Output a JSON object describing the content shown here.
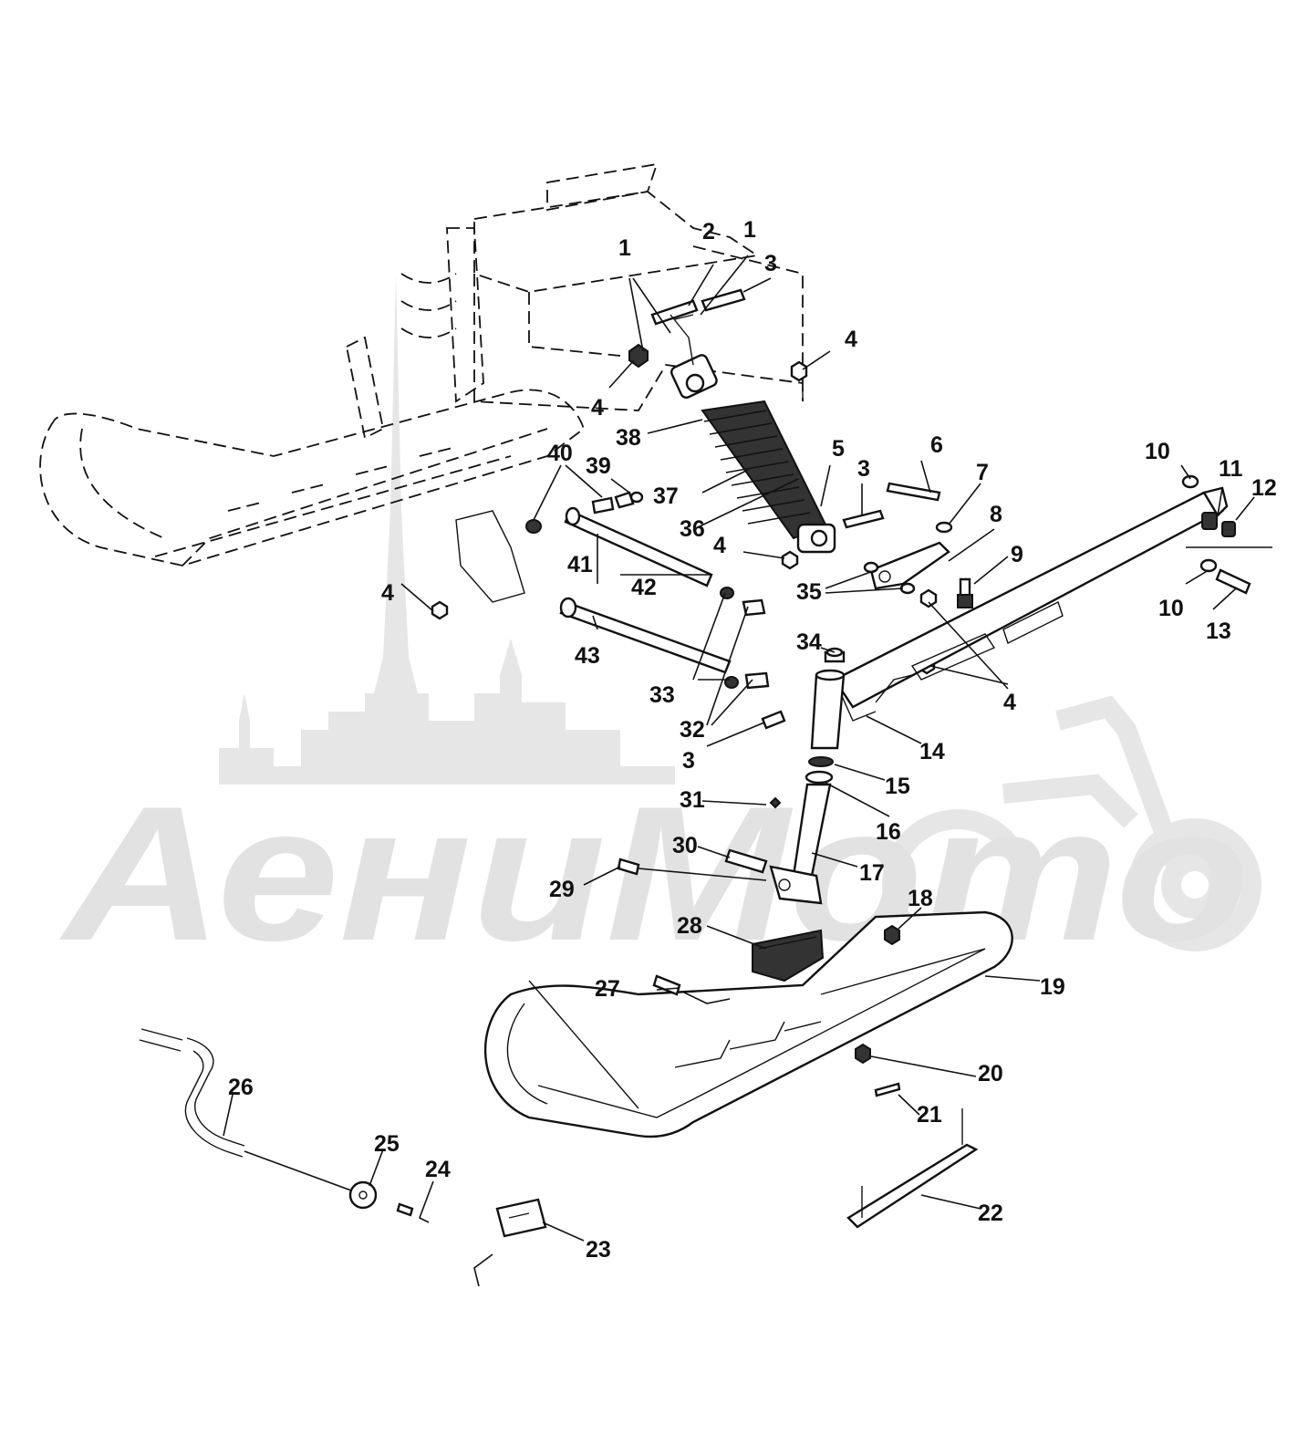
{
  "watermark": {
    "text": "АениМото"
  },
  "callouts": [
    {
      "id": "c1a",
      "label": "1"
    },
    {
      "id": "c1b",
      "label": "1"
    },
    {
      "id": "c2",
      "label": "2"
    },
    {
      "id": "c3a",
      "label": "3"
    },
    {
      "id": "c4a",
      "label": "4"
    },
    {
      "id": "c4b",
      "label": "4"
    },
    {
      "id": "c38",
      "label": "38"
    },
    {
      "id": "c5",
      "label": "5"
    },
    {
      "id": "c6",
      "label": "6"
    },
    {
      "id": "c3b",
      "label": "3"
    },
    {
      "id": "c7",
      "label": "7"
    },
    {
      "id": "c10a",
      "label": "10"
    },
    {
      "id": "c11",
      "label": "11"
    },
    {
      "id": "c12",
      "label": "12"
    },
    {
      "id": "c40",
      "label": "40"
    },
    {
      "id": "c39",
      "label": "39"
    },
    {
      "id": "c37",
      "label": "37"
    },
    {
      "id": "c36",
      "label": "36"
    },
    {
      "id": "c8",
      "label": "8"
    },
    {
      "id": "c4c",
      "label": "4"
    },
    {
      "id": "c9",
      "label": "9"
    },
    {
      "id": "c41",
      "label": "41"
    },
    {
      "id": "c42",
      "label": "42"
    },
    {
      "id": "c35",
      "label": "35"
    },
    {
      "id": "c10b",
      "label": "10"
    },
    {
      "id": "c13",
      "label": "13"
    },
    {
      "id": "c4d",
      "label": "4"
    },
    {
      "id": "c34",
      "label": "34"
    },
    {
      "id": "c43",
      "label": "43"
    },
    {
      "id": "c33",
      "label": "33"
    },
    {
      "id": "c4e",
      "label": "4"
    },
    {
      "id": "c32",
      "label": "32"
    },
    {
      "id": "c3c",
      "label": "3"
    },
    {
      "id": "c14",
      "label": "14"
    },
    {
      "id": "c15",
      "label": "15"
    },
    {
      "id": "c31",
      "label": "31"
    },
    {
      "id": "c16",
      "label": "16"
    },
    {
      "id": "c30",
      "label": "30"
    },
    {
      "id": "c17",
      "label": "17"
    },
    {
      "id": "c29",
      "label": "29"
    },
    {
      "id": "c18",
      "label": "18"
    },
    {
      "id": "c28",
      "label": "28"
    },
    {
      "id": "c27",
      "label": "27"
    },
    {
      "id": "c19",
      "label": "19"
    },
    {
      "id": "c26",
      "label": "26"
    },
    {
      "id": "c20",
      "label": "20"
    },
    {
      "id": "c21",
      "label": "21"
    },
    {
      "id": "c25",
      "label": "25"
    },
    {
      "id": "c24",
      "label": "24"
    },
    {
      "id": "c22",
      "label": "22"
    },
    {
      "id": "c23",
      "label": "23"
    }
  ]
}
